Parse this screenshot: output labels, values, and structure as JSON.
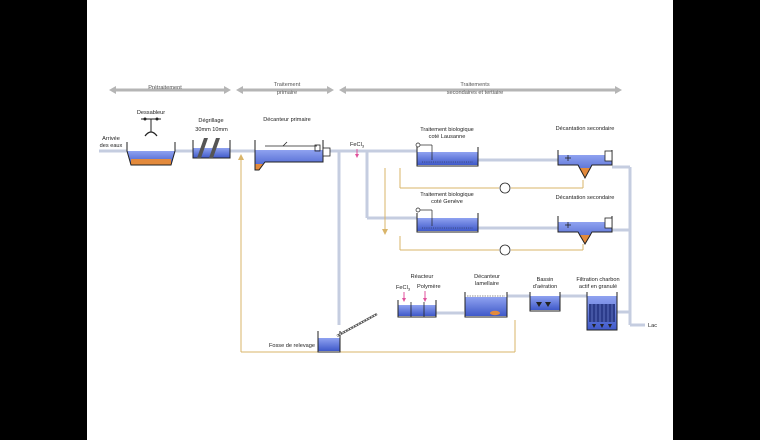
{
  "stages": {
    "pretreatment": "Prétraitement",
    "primary_1": "Traitement",
    "primary_2": "primaire",
    "secondary_1": "Traitements",
    "secondary_2": "secondaires et tertiaire"
  },
  "labels": {
    "inlet_1": "Arrivée",
    "inlet_2": "des eaux",
    "grit": "Dessableur",
    "screening": "Dégrillage",
    "screen_30": "30mm",
    "screen_10": "10mm",
    "primary_clarifier": "Décanteur primaire",
    "fecl3_top": "FeCl",
    "fecl3_sub": "3",
    "bio_lausanne_1": "Traitement biologique",
    "bio_lausanne_2": "coté Lausanne",
    "bio_geneve_1": "Traitement biologique",
    "bio_geneve_2": "coté Genève",
    "sec_clar_1": "Décantation secondaire",
    "sec_clar_2": "Décantation secondaire",
    "reactor": "Réacteur",
    "reactor_fecl3": "FeCl",
    "reactor_fecl3_sub": "3",
    "polymer": "Polymère",
    "lamella_1": "Décanteur",
    "lamella_2": "lamellaire",
    "aeration_1": "Bassin",
    "aeration_2": "d'aération",
    "filter_1": "Filtration charbon",
    "filter_2": "actif en granulé",
    "lake": "Lac",
    "pit": "Fosse de relevage"
  },
  "colors": {
    "water": "#6f86e8",
    "water_dark": "#3f59c9",
    "sludge": "#e38a3c",
    "pipe": "#c5cde0",
    "return_line": "#d9b56a",
    "arrow": "#b5b5b5",
    "tank_outline": "#222222",
    "dosing": "#e0529c"
  }
}
